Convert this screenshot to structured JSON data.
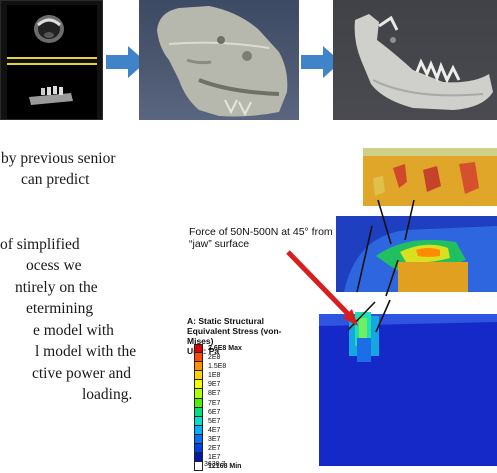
{
  "pipeline": {
    "ct_label": "",
    "arrow_color": "#3f84c8"
  },
  "paragraph_lines": [
    "by previous senior",
    "can predict",
    "",
    "of simplified",
    "ocess we",
    "ntirely on the",
    "etermining",
    "e model with",
    "l model with the",
    "ctive power and",
    "loading."
  ],
  "fea": {
    "force_label": "Force of 50N-500N at 45° from “jaw” surface",
    "legend_title_1": "A: Static Structural",
    "legend_title_2": "Equivalent Stress (von-Mises)",
    "legend_title_3": "Unit: Pa",
    "legend": [
      {
        "label": "2.6E8 Max",
        "color": "#d80000",
        "bold": true
      },
      {
        "label": "2E8",
        "color": "#ff4a00"
      },
      {
        "label": "1.5E8",
        "color": "#ff9000"
      },
      {
        "label": "1E8",
        "color": "#ffd200"
      },
      {
        "label": "9E7",
        "color": "#f2ff00"
      },
      {
        "label": "8E7",
        "color": "#b0ff00"
      },
      {
        "label": "7E7",
        "color": "#50f000"
      },
      {
        "label": "6E7",
        "color": "#00e080"
      },
      {
        "label": "5E7",
        "color": "#00e0d0"
      },
      {
        "label": "4E7",
        "color": "#00b0ff"
      },
      {
        "label": "3E7",
        "color": "#0070ff"
      },
      {
        "label": "2E7",
        "color": "#0040e0"
      },
      {
        "label": "1E7",
        "color": "#0018b0"
      },
      {
        "label": "12168 Min",
        "color": "#ffffff",
        "bold": true
      }
    ],
    "legend_below": "3630.7"
  }
}
